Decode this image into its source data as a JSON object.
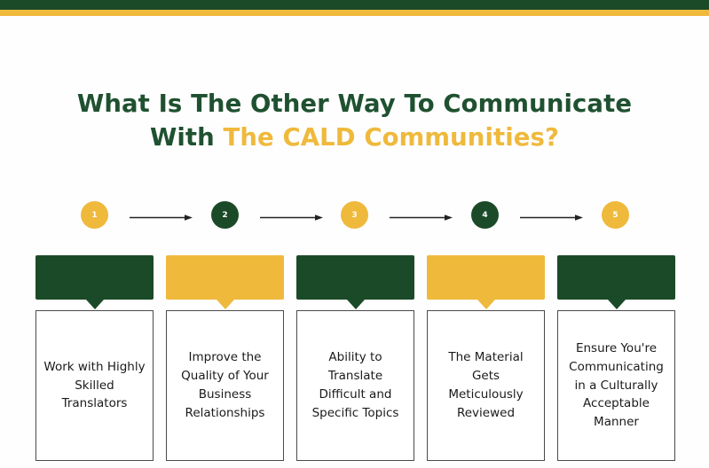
{
  "theme": {
    "green": "#1b4a28",
    "gold": "#efb93c",
    "title_green": "#1f5130",
    "background": "#fefefe",
    "card_border": "#4a4a4a",
    "card_text": "#1a1a1a"
  },
  "header": {
    "title_line1": "What Is The Other Way To Communicate",
    "title_line2_plain": "With ",
    "title_line2_accent": "The CALD Communities?"
  },
  "steps": [
    {
      "number": "1",
      "color": "gold"
    },
    {
      "number": "2",
      "color": "green"
    },
    {
      "number": "3",
      "color": "gold"
    },
    {
      "number": "4",
      "color": "green"
    },
    {
      "number": "5",
      "color": "gold"
    }
  ],
  "cards": [
    {
      "banner_color": "green",
      "text": "Work with Highly Skilled Translators"
    },
    {
      "banner_color": "gold",
      "text": "Improve the Quality of Your Business Relationships"
    },
    {
      "banner_color": "green",
      "text": "Ability to Translate Difficult and Specific Topics"
    },
    {
      "banner_color": "gold",
      "text": "The Material Gets Meticulously Reviewed"
    },
    {
      "banner_color": "green",
      "text": "Ensure You're Communicating in a Culturally Acceptable Manner"
    }
  ]
}
